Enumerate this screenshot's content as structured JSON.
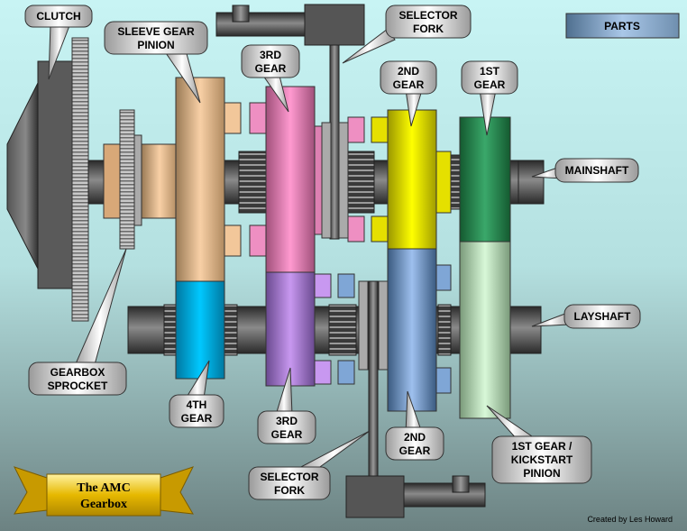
{
  "labels": {
    "clutch": "CLUTCH",
    "sleeve_gear_pinion": [
      "SLEEVE GEAR",
      "PINION"
    ],
    "third_gear_top": [
      "3RD",
      "GEAR"
    ],
    "selector_fork_top": [
      "SELECTOR",
      "FORK"
    ],
    "second_gear_top": [
      "2ND",
      "GEAR"
    ],
    "first_gear_top": [
      "1ST",
      "GEAR"
    ],
    "mainshaft": "MAINSHAFT",
    "layshaft": "LAYSHAFT",
    "gearbox_sprocket": [
      "GEARBOX",
      "SPROCKET"
    ],
    "fourth_gear": [
      "4TH",
      "GEAR"
    ],
    "third_gear_bottom": [
      "3RD",
      "GEAR"
    ],
    "second_gear_bottom": [
      "2ND",
      "GEAR"
    ],
    "first_gear_kickstart": [
      "1ST GEAR /",
      "KICKSTART",
      "PINION"
    ],
    "selector_fork_bottom": [
      "SELECTOR",
      "FORK"
    ]
  },
  "parts_button": "PARTS",
  "title": [
    "The AMC",
    "Gearbox"
  ],
  "credit": "Created by Les Howard",
  "colors": {
    "background_top": "#c8f4f4",
    "background_bottom": "#6e8484",
    "sleeve_gear": "#f2c79a",
    "third_gear_main": "#ee8fc2",
    "second_gear_main": "#e5e000",
    "first_gear_main": "#2e8b57",
    "fourth_gear_lay": "#00b4e6",
    "third_gear_lay": "#b07fd8",
    "second_gear_lay": "#7fa6d6",
    "first_gear_lay": "#c6eec6",
    "title_ribbon": "#e6b800"
  }
}
